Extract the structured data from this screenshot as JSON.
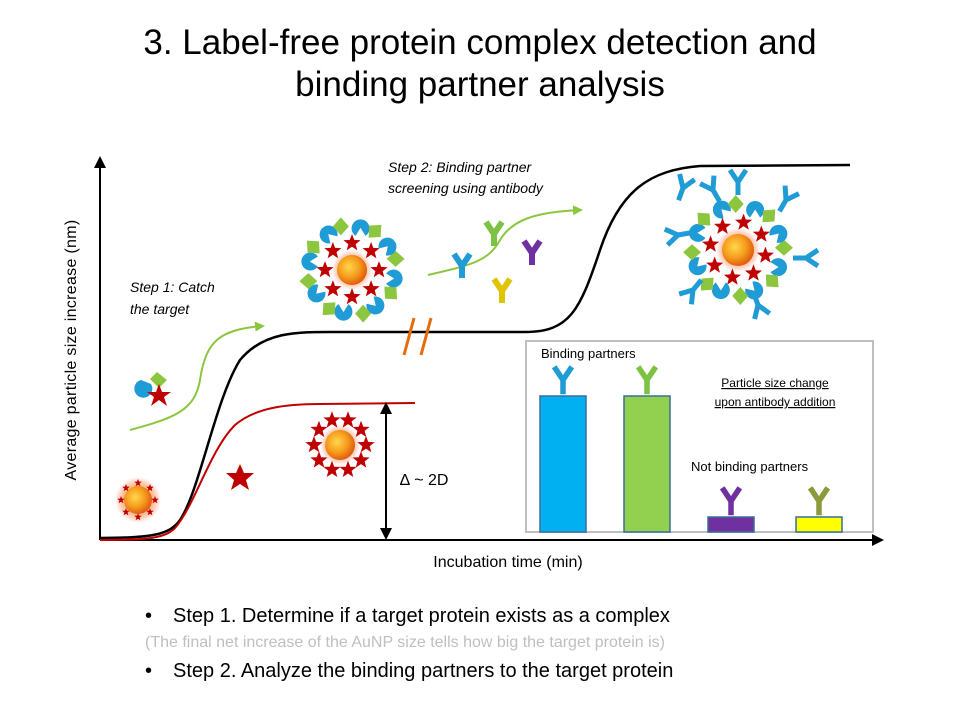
{
  "title": {
    "line1": "3. Label-free protein complex detection and",
    "line2": "binding partner analysis"
  },
  "axes": {
    "ylabel": "Average particle size increase (nm)",
    "xlabel": "Incubation time (min)"
  },
  "steps": {
    "step1_line1": "Step 1: Catch",
    "step1_line2": "the target",
    "step2_line1": "Step 2: Binding partner",
    "step2_line2": "screening using antibody"
  },
  "delta_label": "∆ ~ 2D",
  "inset": {
    "binding_label": "Binding partners",
    "size_change_line1": "Particle size change",
    "size_change_line2": "upon antibody addition",
    "not_binding_label": "Not binding partners",
    "bars": [
      {
        "level": "high",
        "color": "#00b0f0",
        "antibody_color": "#1f9bd6"
      },
      {
        "level": "high",
        "color": "#92d050",
        "antibody_color": "#7cc243"
      },
      {
        "level": "low",
        "color": "#7030a0",
        "antibody_color": "#7030a0"
      },
      {
        "level": "low",
        "color": "#ffff00",
        "antibody_color": "#8c9a3a"
      }
    ]
  },
  "colors": {
    "black_curve": "#000000",
    "red_curve": "#c00000",
    "arrow_green": "#8cc63f",
    "break_marks": "#e46c0a"
  },
  "bullets": {
    "step1": "Step 1. Determine if a target protein exists as a complex",
    "note": "(The final net increase of the AuNP size tells how big the target protein is)",
    "step2": "Step 2. Analyze the binding partners to the target protein"
  }
}
